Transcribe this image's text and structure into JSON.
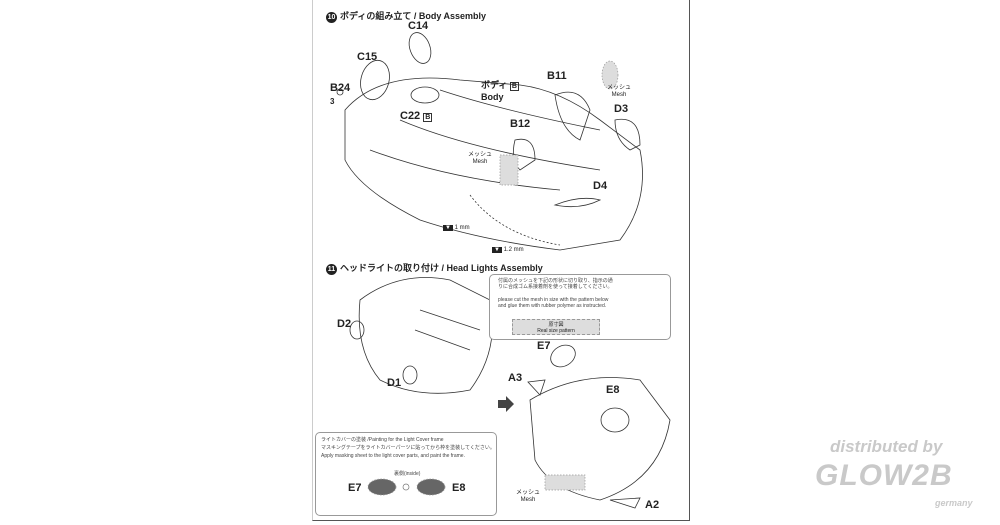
{
  "step10": {
    "number": "10",
    "title": "ボディの組み立て / Body Assembly"
  },
  "step10_labels": {
    "c14": "C14",
    "c15": "C15",
    "b24": "B24",
    "b24_qty": "3",
    "body_jp": "ボディ",
    "body_part": "B",
    "body_en": "Body",
    "b11": "B11",
    "mesh_jp_1": "メッシュ",
    "mesh_en_1": "Mesh",
    "d3": "D3",
    "c22": "C22",
    "c22_tag": "B",
    "b12": "B12",
    "mesh_jp_2": "メッシュ",
    "mesh_en_2": "Mesh",
    "d4": "D4",
    "drill_1": "1 mm",
    "drill_2": "1.2 mm"
  },
  "step11": {
    "number": "11",
    "title": "ヘッドライトの取り付け / Head Lights Assembly"
  },
  "mesh_note": {
    "jp": "付属のメッシュを下記の形状に切り取り、指示の通りに合成ゴム系接着剤を使って接着してください。",
    "en": "please cut the mesh in size with the pattern below and glue them with rubber polymer as instructed.",
    "pattern_jp": "原寸図",
    "pattern_en": "Real size pattern"
  },
  "step11_labels": {
    "d2": "D2",
    "d1": "D1",
    "e7": "E7",
    "a3": "A3",
    "e8": "E8",
    "mesh_jp": "メッシュ",
    "mesh_en": "Mesh",
    "a2": "A2"
  },
  "paint_note": {
    "title": "ライトカバーの塗装 /Painting for the Light Cover frame",
    "jp": "マスキングテープをライトカバーパーツに貼ってから枠を塗装してください。",
    "en": "Apply masking sheet to the light cover parts, and paint the frame.",
    "inside": "裏側(inside)",
    "e7": "E7",
    "e8": "E8"
  },
  "watermark": {
    "line1": "distributed by",
    "line2": "GLOW2B",
    "line3": "germany"
  }
}
